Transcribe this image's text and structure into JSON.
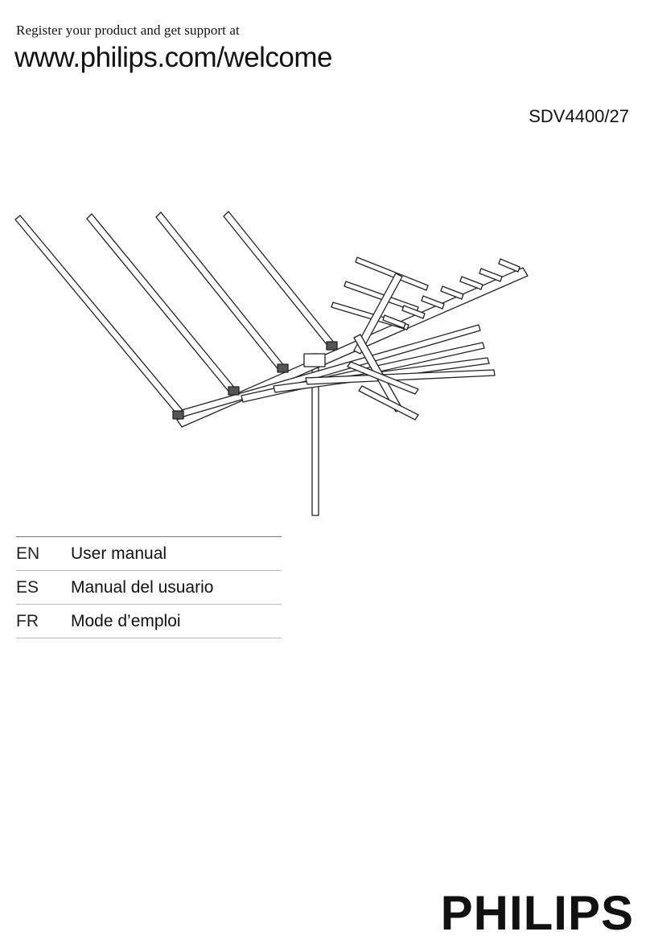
{
  "header": {
    "register_text": "Register your product and get support at",
    "url": "www.philips.com/welcome",
    "model": "SDV4400/27"
  },
  "illustration": {
    "icon": "outdoor-tv-antenna-icon"
  },
  "languages": [
    {
      "code": "EN",
      "title": "User manual"
    },
    {
      "code": "ES",
      "title": "Manual del usuario"
    },
    {
      "code": "FR",
      "title": "Mode d’emploi"
    }
  ],
  "brand": {
    "logo_text": "PHILIPS"
  }
}
